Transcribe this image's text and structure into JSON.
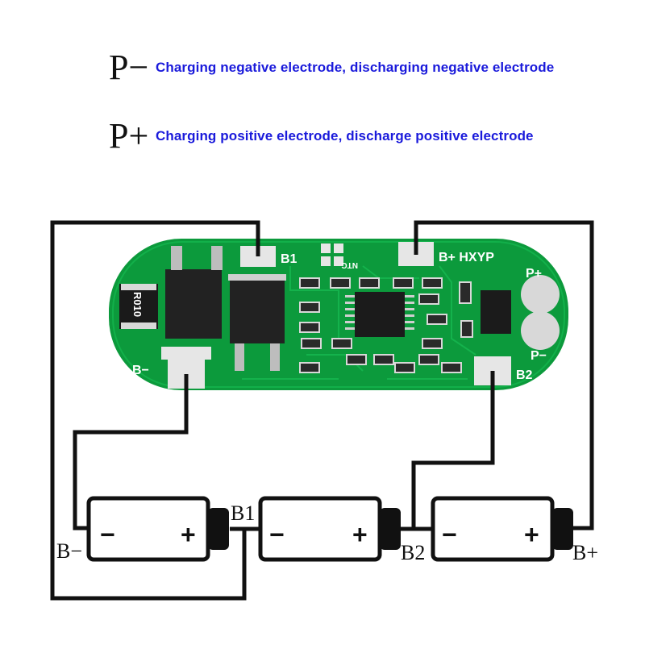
{
  "legend": [
    {
      "symbol": "P−",
      "text": "Charging negative electrode, discharging negative electrode"
    },
    {
      "symbol": "P+",
      "text": "Charging positive electrode, discharge positive electrode"
    }
  ],
  "board": {
    "labels": {
      "b1": "B1",
      "b_plus_brand": "B+ HXYP",
      "p_plus": "P+",
      "p_minus": "P−",
      "b_minus": "B−",
      "b2": "B2",
      "ntc": "NTC",
      "resistor": "R010"
    },
    "colors": {
      "pcb": "#0c9a3c",
      "pad": "#e6e6e6",
      "wire": "#111111"
    }
  },
  "wire_labels": {
    "b_minus": "B−",
    "b1": "B1",
    "b2": "B2",
    "b_plus": "B+"
  },
  "cells": [
    {
      "minus": "−",
      "plus": "+"
    },
    {
      "minus": "−",
      "plus": "+"
    },
    {
      "minus": "−",
      "plus": "+"
    }
  ]
}
